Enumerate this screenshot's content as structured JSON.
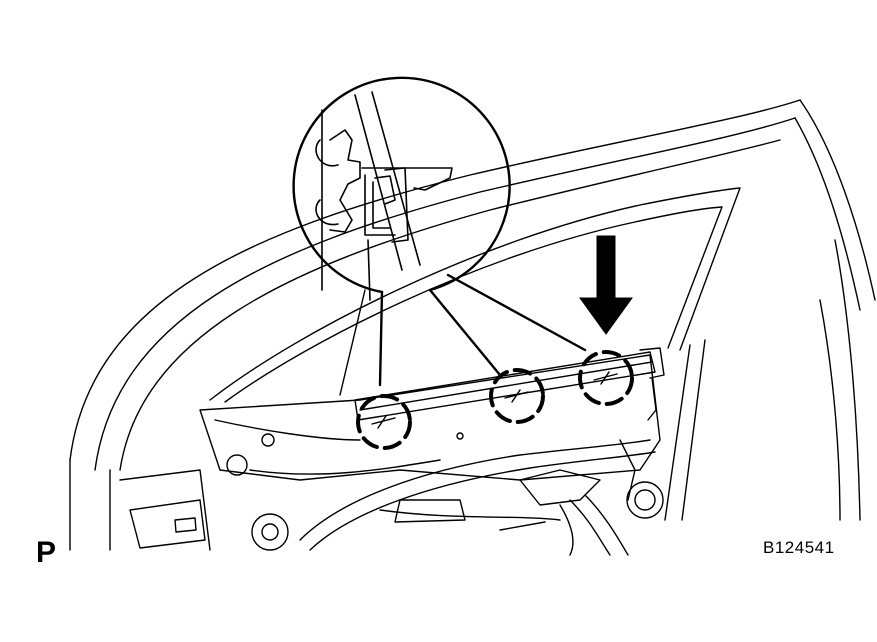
{
  "labels": {
    "view_code": "P",
    "figure_id": "B124541"
  },
  "colors": {
    "ink": "#000000",
    "paper": "#ffffff"
  },
  "callouts": {
    "clip_count": 3,
    "direction": "down"
  }
}
